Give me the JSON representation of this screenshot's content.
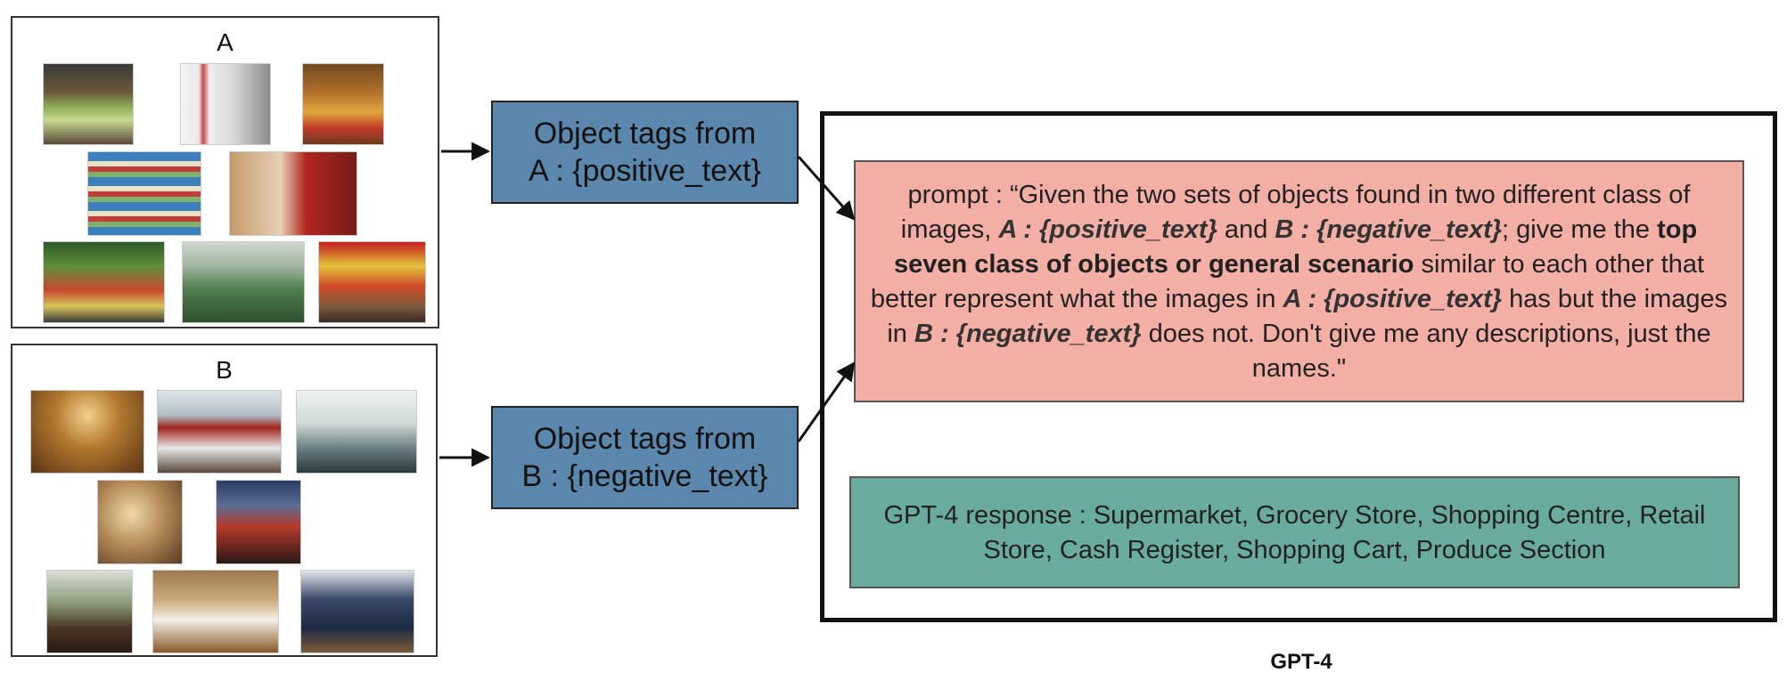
{
  "panel_a": {
    "label": "A"
  },
  "panel_b": {
    "label": "B"
  },
  "tag_a": {
    "line1": "Object tags from",
    "line2": "A : {positive_text}"
  },
  "tag_b": {
    "line1": "Object tags from",
    "line2": "B : {negative_text}"
  },
  "prompt": {
    "p1": "prompt : “Given the two sets of objects found in two different class of images, ",
    "p2": "A : {positive_text}",
    "p3": " and ",
    "p4": "B : {negative_text}",
    "p5": "; give me the ",
    "p6": "top seven class of objects or general scenario",
    "p7": " similar to each other that better represent what the images in ",
    "p8": "A : {positive_text}",
    "p9": " has but the images in ",
    "p10": "B : {negative_text}",
    "p11": " does not. Don't give me any descriptions, just the names.\""
  },
  "response": {
    "text": "GPT-4 response : Supermarket, Grocery Store, Shopping Centre, Retail Store, Cash Register, Shopping Cart, Produce Section"
  },
  "caption": "GPT-4"
}
